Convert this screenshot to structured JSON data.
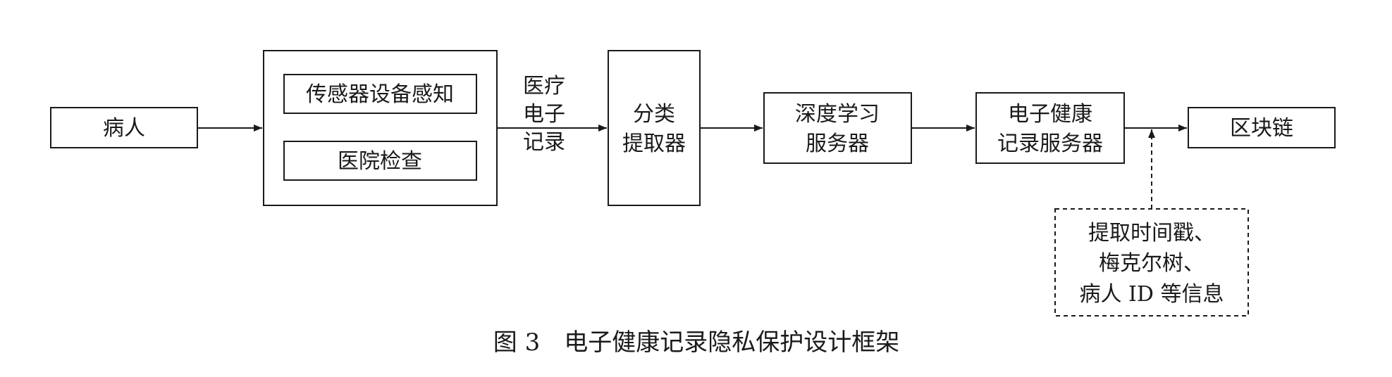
{
  "nodes": {
    "patient": "病人",
    "sensor": "传感器设备感知",
    "hospital_check": "医院检查",
    "emr_label": [
      "医疗",
      "电子",
      "记录"
    ],
    "classify": [
      "分类",
      "提取器"
    ],
    "deep_learning": [
      "深度学习",
      "服务器"
    ],
    "ehr_server": [
      "电子健康",
      "记录服务器"
    ],
    "blockchain": "区块链",
    "metadata": [
      "提取时间戳、",
      "梅克尔树、",
      "病人 ID 等信息"
    ]
  },
  "caption": "图 3　电子健康记录隐私保护设计框架",
  "colors": {
    "stroke": "#1a1a1a",
    "text": "#1a1a1a",
    "background": "#ffffff"
  }
}
